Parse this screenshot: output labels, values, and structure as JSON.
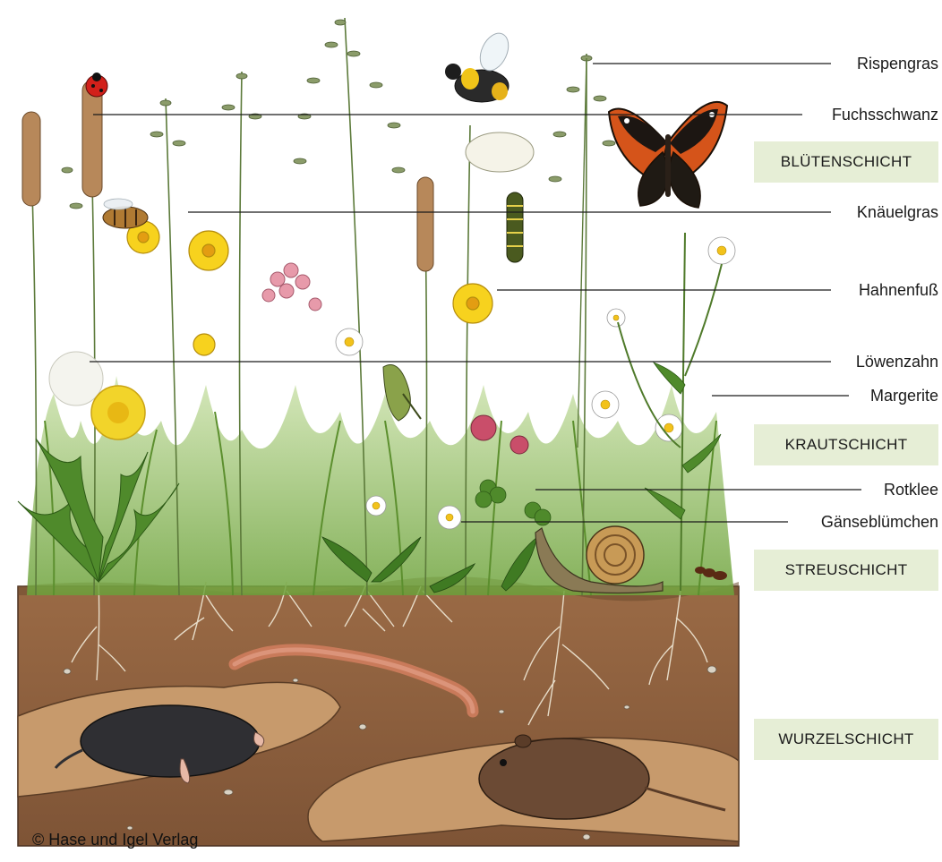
{
  "labels": {
    "rispengras": "Rispengras",
    "fuchsschwanz": "Fuchsschwanz",
    "knaeuelgras": "Knäuelgras",
    "hahnenfuss": "Hahnenfuß",
    "loewenzahn": "Löwenzahn",
    "margerite": "Margerite",
    "rotklee": "Rotklee",
    "gaensebluemchen": "Gänseblümchen"
  },
  "layers": {
    "bluetenschicht": "BLÜTENSCHICHT",
    "krautschicht": "KRAUTSCHICHT",
    "streuschicht": "STREUSCHICHT",
    "wurzelschicht": "WURZELSCHICHT"
  },
  "copyright": "© Hase und Igel Verlag",
  "colors": {
    "soil": "#8b5e3c",
    "grass": "#7fb04a",
    "layer_box": "#e6eed6",
    "leader_line": "#1a1a1a"
  }
}
